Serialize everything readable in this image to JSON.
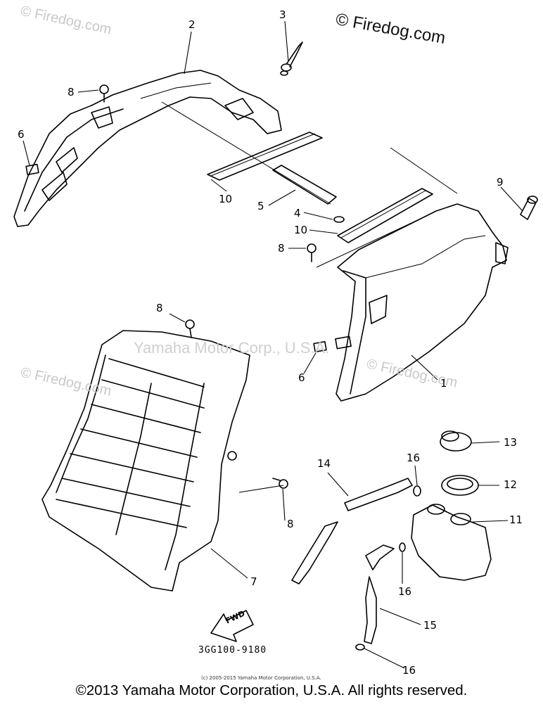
{
  "watermarks": {
    "top_right": "© Firedog.com",
    "faint": "© Firedog.com",
    "center": "Yamaha Motor Corp., U.S.A."
  },
  "callouts": [
    "1",
    "2",
    "3",
    "4",
    "5",
    "6",
    "6",
    "7",
    "8",
    "8",
    "8",
    "8",
    "9",
    "10",
    "10",
    "11",
    "12",
    "13",
    "14",
    "15",
    "16",
    "16",
    "16"
  ],
  "direction_arrow_label": "FWD",
  "part_code": "3GG100-9180",
  "small_copyright": "(c) 2005-2015 Yamaha Motor Corporation, U.S.A.",
  "footer": "©2013 Yamaha Motor Corporation, U.S.A. All rights reserved."
}
